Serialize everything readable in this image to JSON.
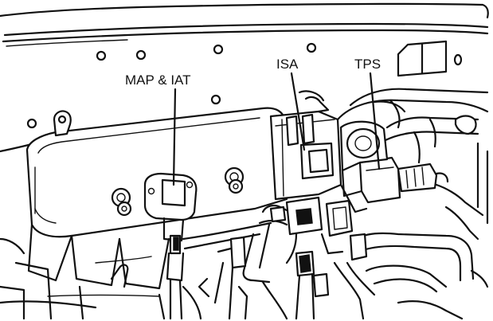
{
  "labels": {
    "map_iat": "MAP & IAT",
    "isa": "ISA",
    "tps": "TPS"
  }
}
